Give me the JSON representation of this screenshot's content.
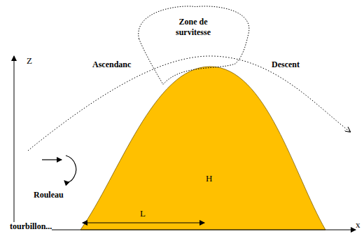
{
  "diagram": {
    "nodes": [
      {
        "text": [
          "Zone de survitesse"
        ]
      }
    ],
    "labels": [
      "Z",
      "x",
      "Ascendanc",
      "Descent",
      "H",
      "L",
      "Rouleau",
      "tourbillon..."
    ]
  }
}
